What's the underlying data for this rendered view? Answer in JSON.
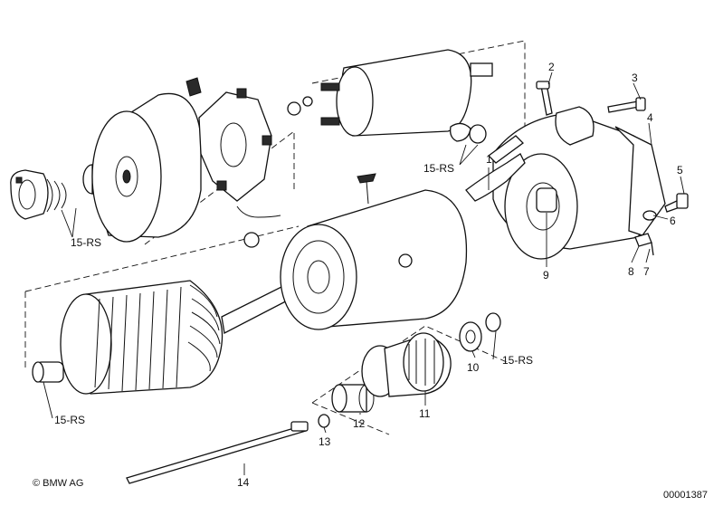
{
  "copyright": "© BMW AG",
  "image_number": "00001387",
  "parts": [
    {
      "id": "p1",
      "label": "1"
    },
    {
      "id": "p2",
      "label": "2"
    },
    {
      "id": "p3",
      "label": "3"
    },
    {
      "id": "p4",
      "label": "4"
    },
    {
      "id": "p5",
      "label": "5"
    },
    {
      "id": "p6",
      "label": "6"
    },
    {
      "id": "p7",
      "label": "7"
    },
    {
      "id": "p8",
      "label": "8"
    },
    {
      "id": "p9",
      "label": "9"
    },
    {
      "id": "p10",
      "label": "10"
    },
    {
      "id": "p11",
      "label": "11"
    },
    {
      "id": "p12",
      "label": "12"
    },
    {
      "id": "p13",
      "label": "13"
    },
    {
      "id": "p14",
      "label": "14"
    }
  ],
  "kits": [
    {
      "id": "k1",
      "label": "15-RS"
    },
    {
      "id": "k2",
      "label": "15-RS"
    },
    {
      "id": "k3",
      "label": "15-RS"
    },
    {
      "id": "k4",
      "label": "15-RS"
    }
  ]
}
